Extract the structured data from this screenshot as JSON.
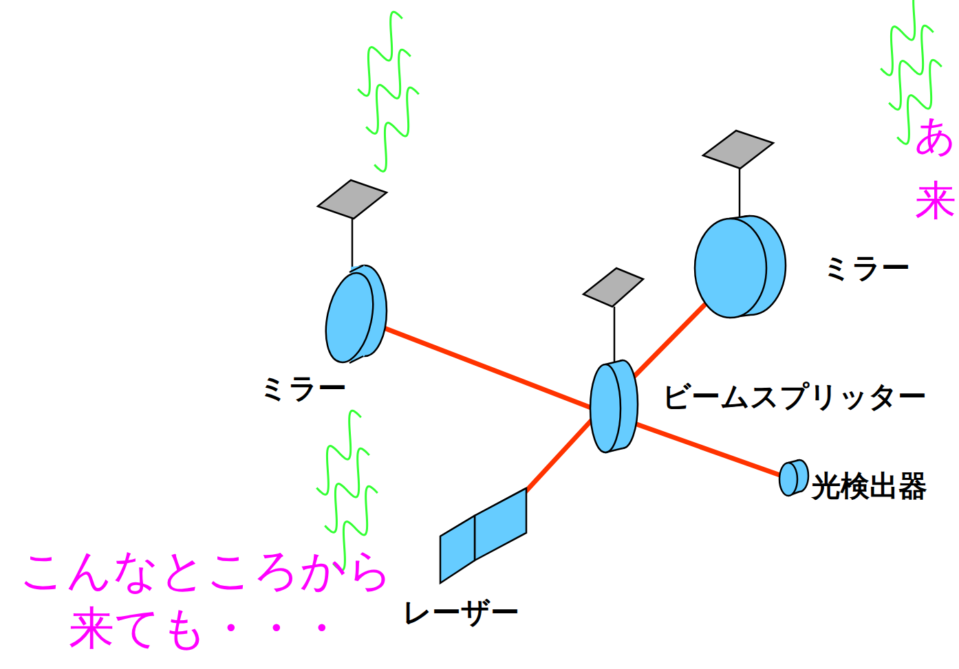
{
  "diagram": {
    "labels": [
      "あ",
      "来",
      "ミラー",
      "ミラー",
      "ビームスプリッター",
      "光検出器",
      "レーザー",
      "こんなところから 来ても・・・"
    ]
  }
}
